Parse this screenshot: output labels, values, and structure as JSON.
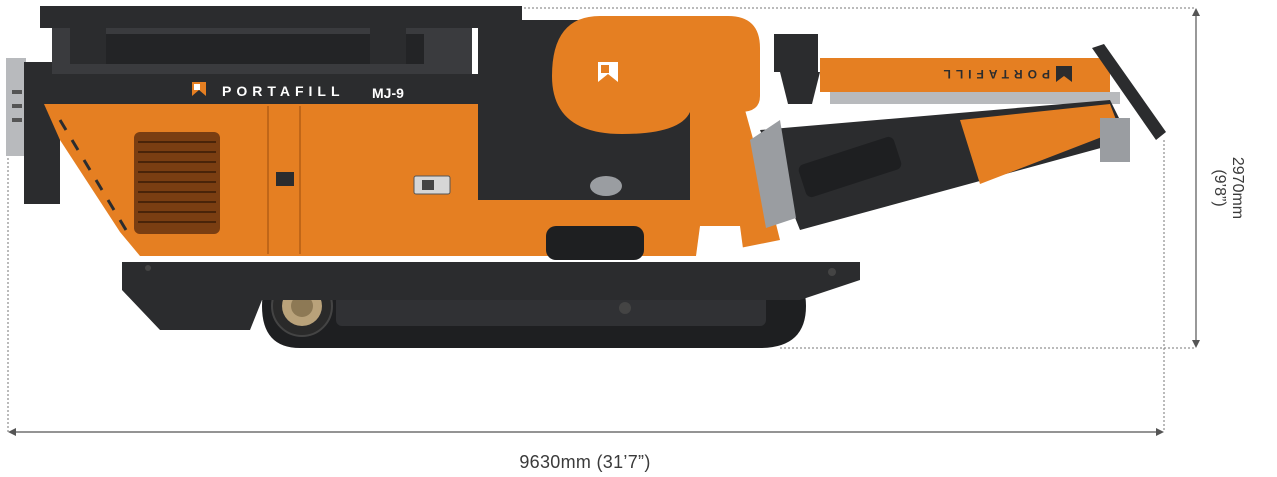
{
  "machine": {
    "brand": "PORTAFILL",
    "model": "MJ-9",
    "conveyor_brand": "PORTAFILL"
  },
  "dimensions": {
    "width_label": "9630mm (31’7”)",
    "height_label_mm": "2970mm",
    "height_label_ft": "(9’8”)"
  },
  "colors": {
    "body_orange": "#e57f22",
    "dark_grey": "#2b2c2e",
    "steel": "#9a9da1",
    "dim_line": "#555555"
  }
}
